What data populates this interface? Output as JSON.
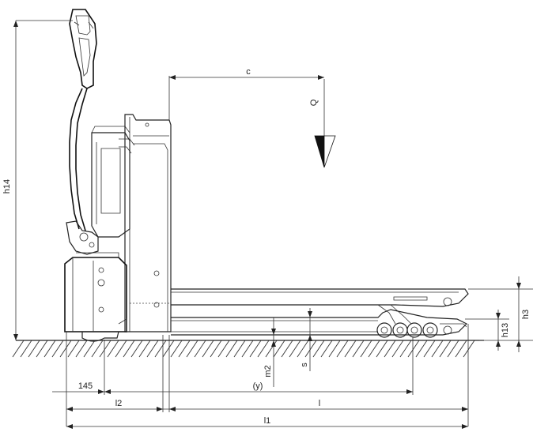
{
  "labels": {
    "h14": "h14",
    "c": "c",
    "Q": "Q",
    "h3": "h3",
    "h13": "h13",
    "m2": "m2",
    "s": "s",
    "dim145": "145",
    "y": "(y)",
    "l2": "l2",
    "l": "l",
    "l1": "l1"
  },
  "colors": {
    "stroke": "#222222",
    "background": "#ffffff"
  }
}
